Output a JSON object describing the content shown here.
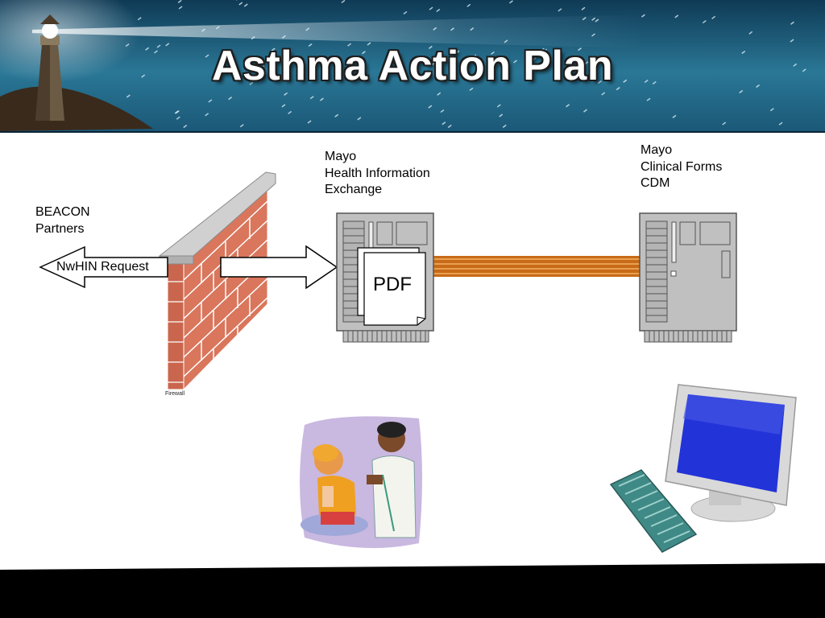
{
  "title": "Asthma Action Plan",
  "labels": {
    "beacon": "BEACON\nPartners",
    "hie": "Mayo\nHealth Information\nExchange",
    "cdm": "Mayo\nClinical Forms\nCDM",
    "nwhin": "NwHIN Request",
    "pdf": "PDF",
    "firewall": "Firewall"
  },
  "colors": {
    "banner_sky": "#1b5877",
    "brick": "#d9765c",
    "wall_cap": "#cfcfcf",
    "server": "#c0c0c0",
    "cable": "#c86a18",
    "monitor_screen": "#2233d8",
    "keyboard": "#3f8a86"
  }
}
